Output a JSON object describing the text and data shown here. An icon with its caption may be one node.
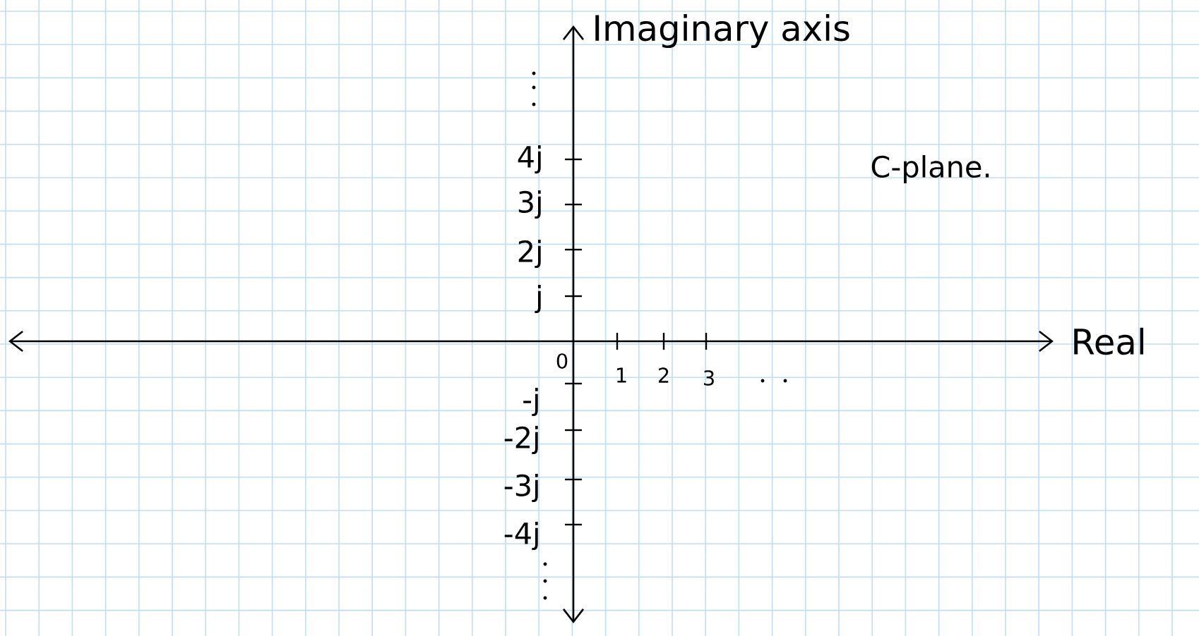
{
  "diagram": {
    "labels": [
      "Imaginary axis",
      "C-plane.",
      "Real",
      "4j",
      "3j",
      "2j",
      "j",
      "0",
      "1",
      "2",
      "3",
      "-j",
      "-2j",
      "-3j",
      "-4j"
    ]
  }
}
